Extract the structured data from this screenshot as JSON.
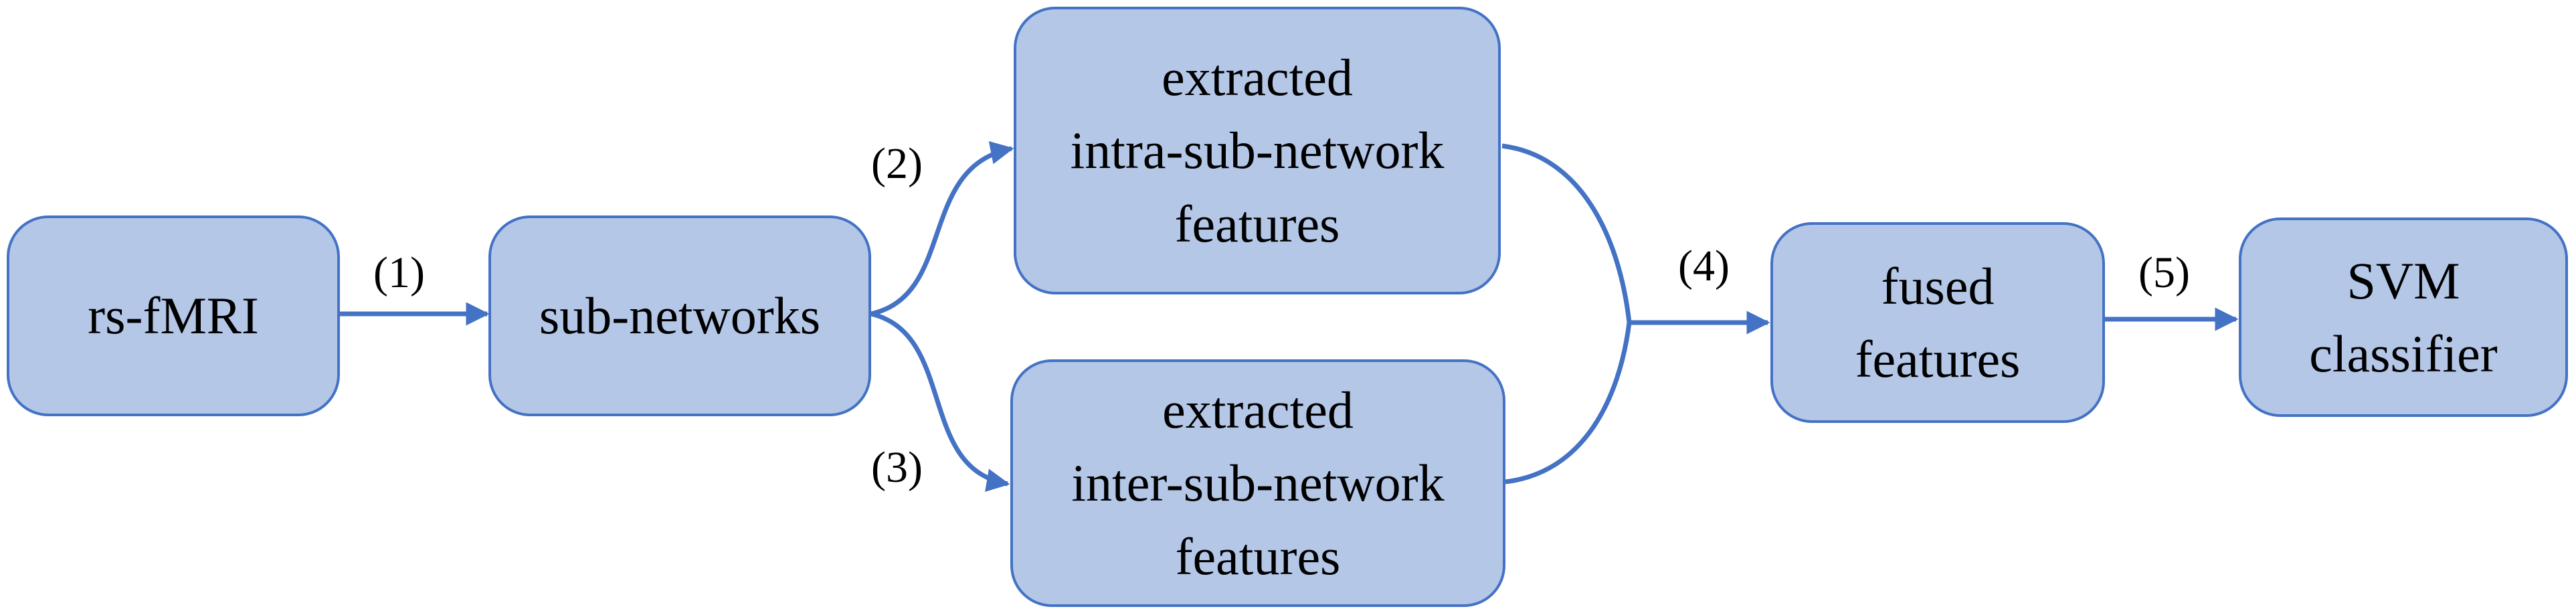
{
  "nodes": {
    "rs_fmri": [
      "rs-fMRI"
    ],
    "sub_networks": [
      "sub-networks"
    ],
    "intra_features": [
      "extracted",
      "intra-sub-network",
      "features"
    ],
    "inter_features": [
      "extracted",
      "inter-sub-network",
      "features"
    ],
    "fused_features": [
      "fused",
      "features"
    ],
    "svm_classifier": [
      "SVM",
      "classifier"
    ]
  },
  "steps": {
    "s1": "(1)",
    "s2": "(2)",
    "s3": "(3)",
    "s4": "(4)",
    "s5": "(5)"
  },
  "colors": {
    "node_fill": "#b4c7e7",
    "node_border": "#4472c4",
    "edge": "#4472c4"
  }
}
